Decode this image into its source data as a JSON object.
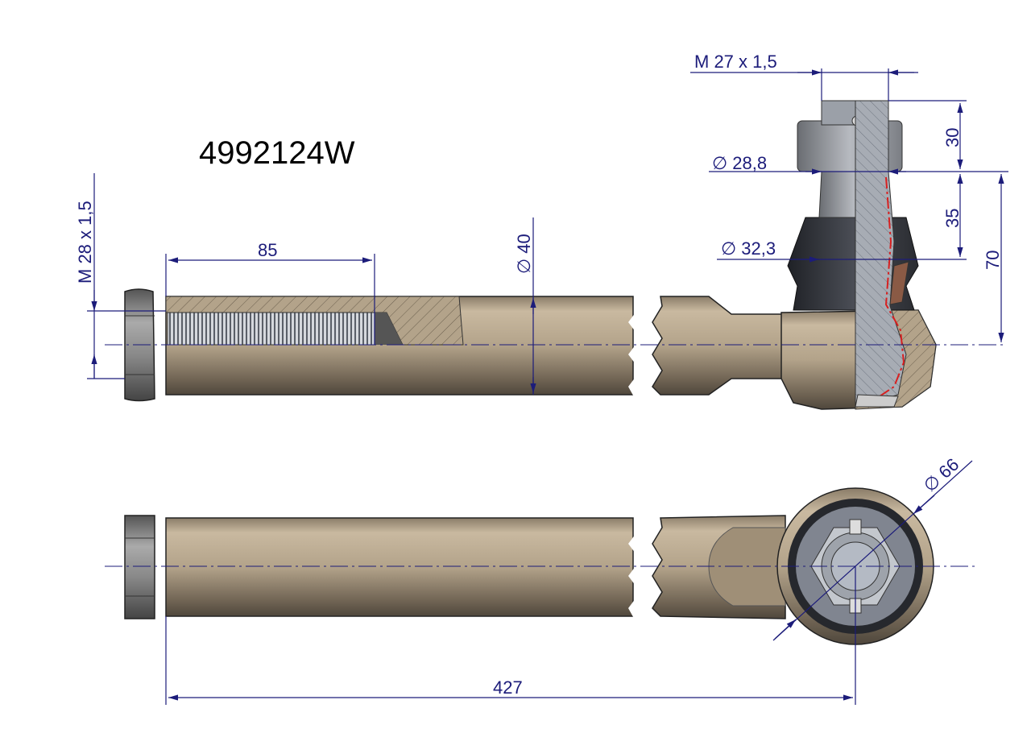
{
  "part_number": "4992124W",
  "dimensions": {
    "stud_thread": "M 27  x 1,5",
    "nut_height": "30",
    "stud_dia_top": "∅ 28,8",
    "taper_length": "35",
    "stud_dia_bottom": "∅ 32,3",
    "stud_height": "70",
    "rod_thread": "M 28  x 1,5",
    "thread_length": "85",
    "rod_dia": "∅ 40",
    "eye_dia": "∅ 66",
    "overall_length": "427"
  },
  "colors": {
    "dimension": "#1c1c7a",
    "body": "#b5a58c",
    "section_red": "#d82020"
  }
}
